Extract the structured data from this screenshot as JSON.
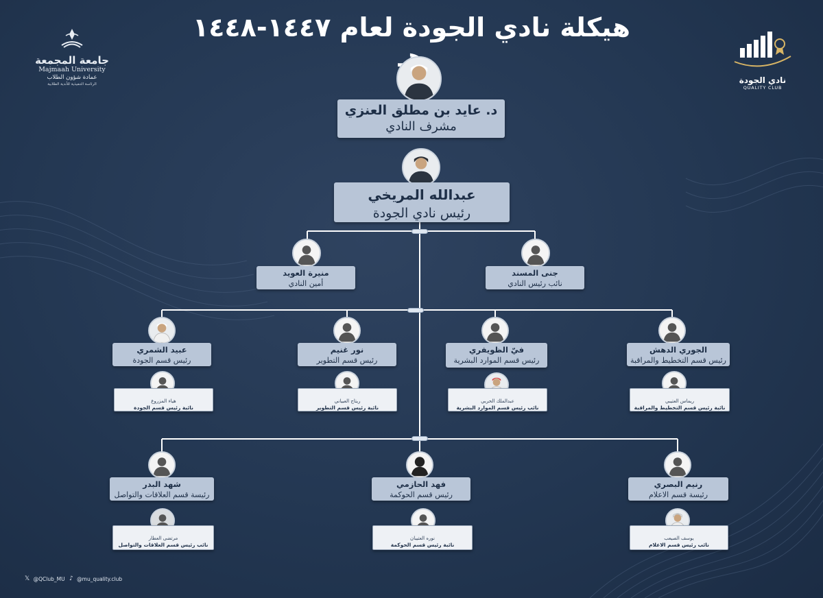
{
  "title": "هيكلة نادي الجودة لعام ١٤٤٧-١٤٤٨ هـ",
  "university": {
    "name_ar": "جامعة المجمعة",
    "name_en": "Majmaah University",
    "department": "عمادة شؤون الطلاب",
    "sub": "الرئاسة التنفيذية للأندية الطلابية"
  },
  "club": {
    "name_ar": "نادي الجودة",
    "name_en": "QUALITY CLUB"
  },
  "colors": {
    "background": "#233752",
    "box": "#b9c6d8",
    "sub_box": "#eef1f5",
    "line": "#ffffff"
  },
  "supervisor": {
    "name": "د. عايد بن مطلق العنزي",
    "role": "مشرف النادي"
  },
  "president": {
    "name": "عبدالله المريخي",
    "role": "رئيس نادي الجودة"
  },
  "officers": [
    {
      "name": "منيرة العويد",
      "role": "أمين النادي"
    },
    {
      "name": "جنى المسند",
      "role": "نائب رئيس النادي"
    }
  ],
  "sections_row1": [
    {
      "head": {
        "name": "عبيد الشمري",
        "role": "رئيس قسم الجودة"
      },
      "deputy": {
        "name": "هياء المزروع",
        "role": "نائبة رئيس قسم الجودة"
      }
    },
    {
      "head": {
        "name": "نور غنيم",
        "role": "رئيس قسم التطوير"
      },
      "deputy": {
        "name": "ريتاج العبياني",
        "role": "نائبة رئيس قسم التطوير"
      }
    },
    {
      "head": {
        "name": "فيّ الظويفري",
        "role": "رئيس قسم الموارد البشرية"
      },
      "deputy": {
        "name": "عبدالملك الحربي",
        "role": "نائب رئيس قسم الموارد البشرية"
      }
    },
    {
      "head": {
        "name": "الجوري الدهش",
        "role": "رئيس قسم التخطيط والمراقبة"
      },
      "deputy": {
        "name": "ريماس العتيبي",
        "role": "نائبة رئيس قسم التخطيط والمراقبة"
      }
    }
  ],
  "sections_row2": [
    {
      "head": {
        "name": "شهد البدر",
        "role": "رئيسة قسم العلاقات والتواصل"
      },
      "deputy": {
        "name": "مرتضى العطار",
        "role": "نائب رئيس قسم العلاقات والتواصل"
      }
    },
    {
      "head": {
        "name": "فهد الحازمي",
        "role": "رئيس قسم الحوكمة"
      },
      "deputy": {
        "name": "نوره العتيبان",
        "role": "نائبة رئيس قسم الحوكمة"
      }
    },
    {
      "head": {
        "name": "رنيم البصري",
        "role": "رئيسة قسم الاعلام"
      },
      "deputy": {
        "name": "يوسف الصيعب",
        "role": "نائب رئيس قسم الاعلام"
      }
    }
  ],
  "footer": {
    "x_handle": "@QClub_MU",
    "tiktok_handle": "@mu_quality.club"
  }
}
